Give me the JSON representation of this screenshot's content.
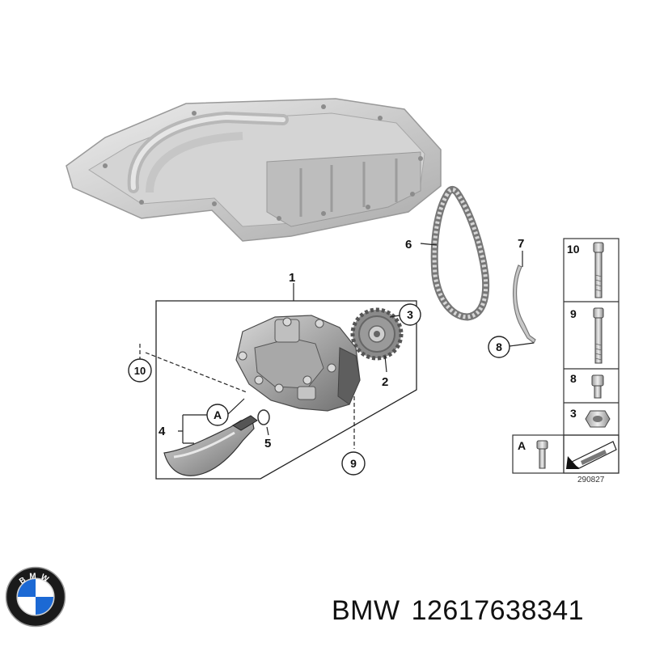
{
  "callouts": {
    "c1": "1",
    "c2": "2",
    "c3": "3",
    "c4": "4",
    "c5": "5",
    "c6": "6",
    "c7": "7",
    "c8": "8",
    "c9": "9",
    "c10": "10",
    "cA": "A"
  },
  "legend": {
    "rows": [
      {
        "label": "10",
        "item": "bolt-long"
      },
      {
        "label": "9",
        "item": "bolt-medium"
      },
      {
        "label": "8",
        "item": "bolt-short"
      },
      {
        "label": "3",
        "item": "nut"
      }
    ],
    "a_row_label": "A",
    "code": "290827"
  },
  "brand": {
    "logo_letters": "BMW",
    "name": "BMW",
    "part_number": "12617638341"
  },
  "colors": {
    "line": "#222222",
    "metal_light": "#dcdcdc",
    "metal_mid": "#b4b4b4",
    "metal_dark": "#7a7a7a",
    "bmw_blue": "#1c69d4"
  }
}
